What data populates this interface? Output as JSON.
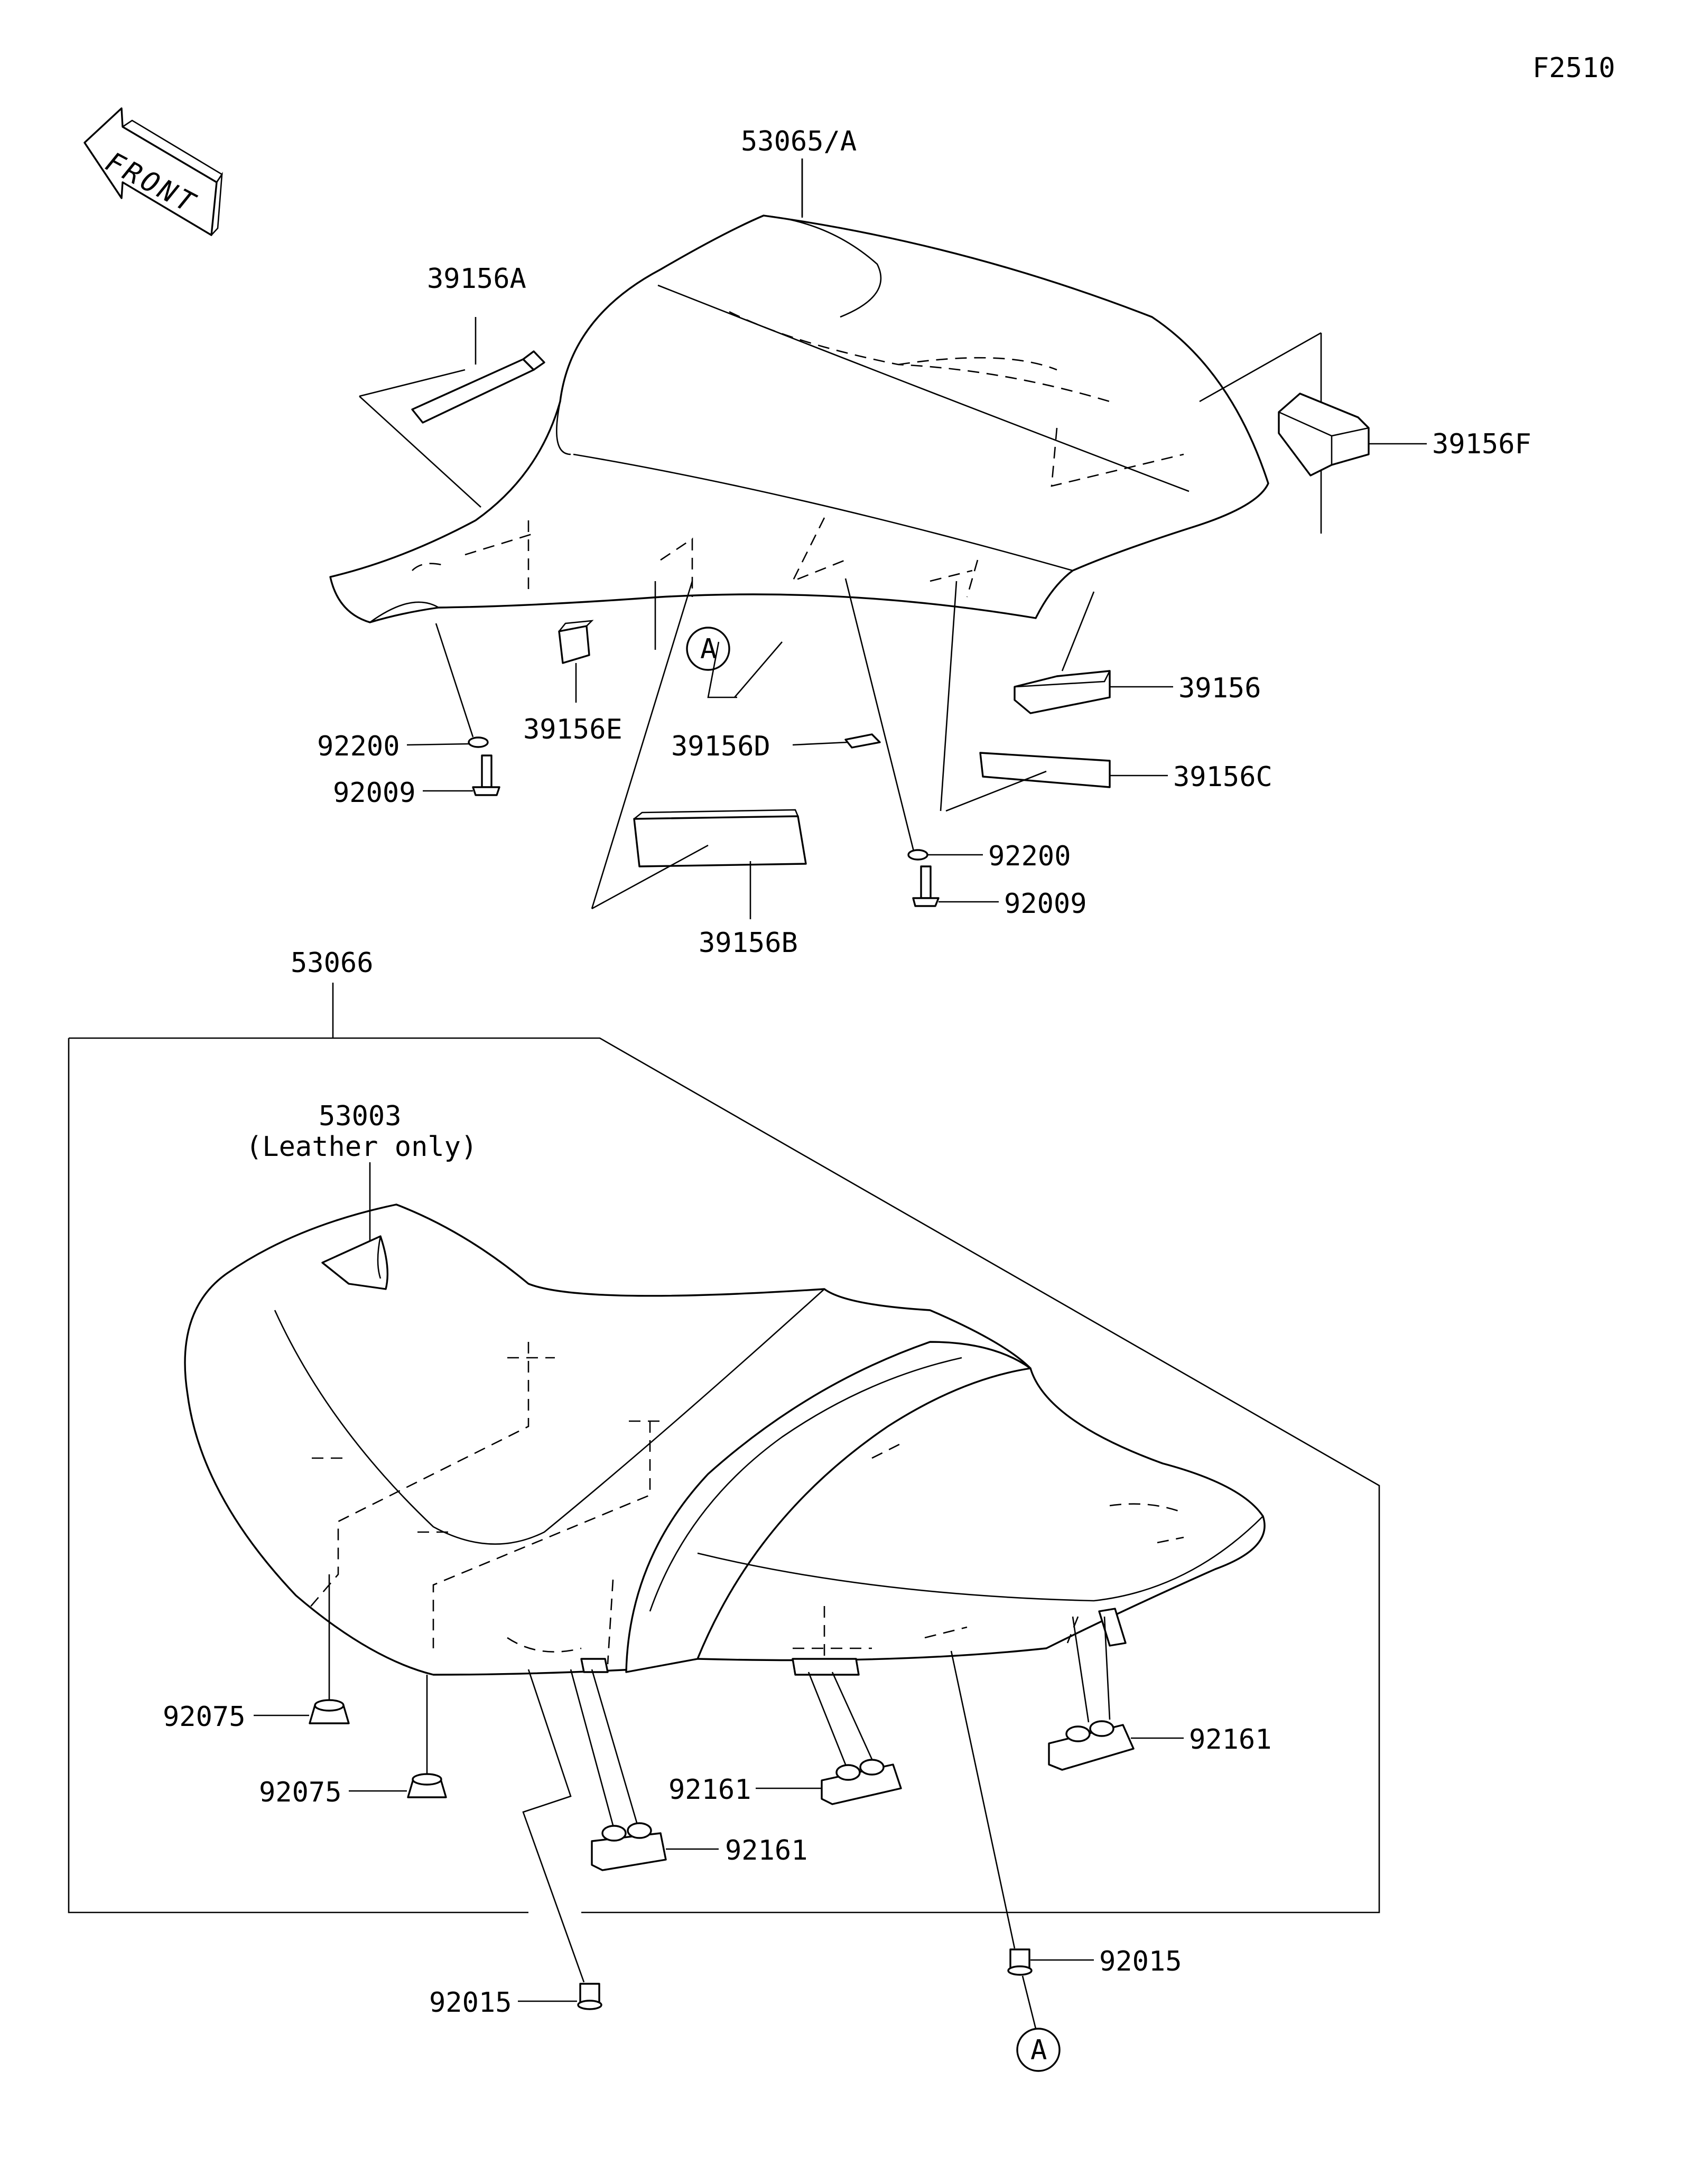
{
  "figure_code": "F2510",
  "front_arrow_label": "FRONT",
  "ref_a": "A",
  "labels": {
    "seat_upper": "53065/A",
    "pad_a": "39156A",
    "pad_f": "39156F",
    "pad": "39156",
    "pad_c": "39156C",
    "pad_d": "39156D",
    "pad_e": "39156E",
    "pad_b": "39156B",
    "washer_left": "92200",
    "bolt_left": "92009",
    "washer_right": "92200",
    "bolt_right": "92009",
    "seat_assy": "53066",
    "cover": "53003",
    "cover_note": "(Leather only)",
    "damper_1": "92075",
    "damper_2": "92075",
    "bracket_rear": "92161",
    "bracket_mid": "92161",
    "bracket_front": "92161",
    "collar_left": "92015",
    "collar_right": "92015"
  }
}
